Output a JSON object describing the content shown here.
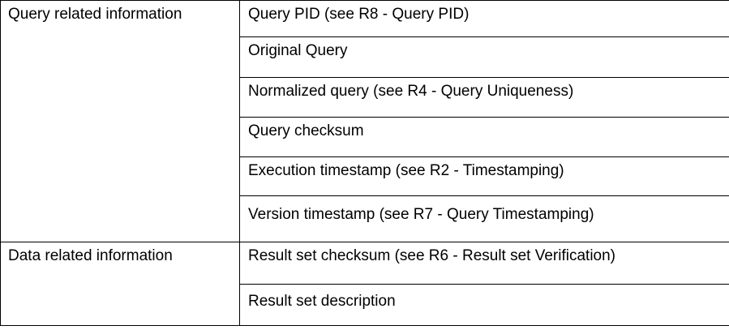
{
  "table": {
    "groups": [
      {
        "label": "Query related information",
        "items": [
          "Query PID (see R8 - Query PID)",
          "Original Query",
          "Normalized query (see R4 - Query Uniqueness)",
          "Query checksum",
          "Execution timestamp (see R2 - Timestamping)",
          "Version timestamp (see R7 - Query Timestamping)"
        ]
      },
      {
        "label": "Data related information",
        "items": [
          "Result set checksum (see R6 - Result set Verification)",
          "Result set description"
        ]
      }
    ]
  }
}
